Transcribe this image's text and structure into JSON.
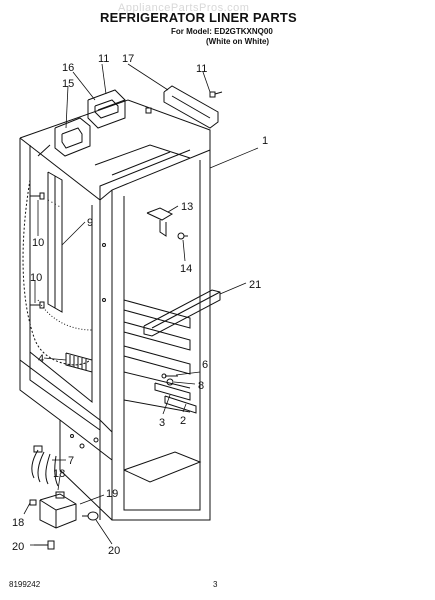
{
  "watermark": "AppliancePartsPros.com",
  "title": "REFRIGERATOR LINER PARTS",
  "model_line": "For Model: ED2GTKXNQ00",
  "variant_line": "(White on White)",
  "doc_number": "8199242",
  "page_number": "3",
  "callouts": {
    "c1": "1",
    "c2": "2",
    "c3": "3",
    "c4": "4",
    "c6": "6",
    "c7": "7",
    "c8": "8",
    "c9": "9",
    "c10a": "10",
    "c10b": "10",
    "c11a": "11",
    "c11b": "11",
    "c13": "13",
    "c14": "14",
    "c15": "15",
    "c16": "16",
    "c17": "17",
    "c18a": "18",
    "c18b": "18",
    "c19": "19",
    "c20a": "20",
    "c20b": "20",
    "c21": "21"
  }
}
